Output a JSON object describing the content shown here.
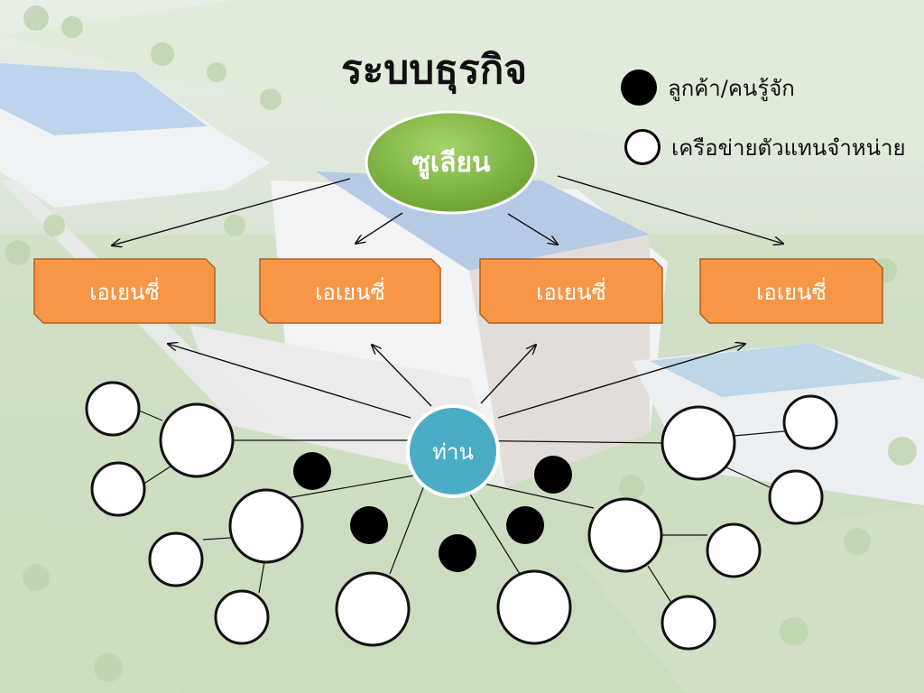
{
  "title": "ระบบธุรกิจ",
  "legend": [
    {
      "label": "ลูกค้า/คนรู้จัก",
      "marker": "filled-circle"
    },
    {
      "label": "เครือข่ายตัวแทนจำหน่าย",
      "marker": "hollow-circle"
    }
  ],
  "root": {
    "label": "ซูเลียน"
  },
  "agencies": [
    {
      "label": "เอเยนซี่"
    },
    {
      "label": "เอเยนซี่"
    },
    {
      "label": "เอเยนซี่"
    },
    {
      "label": "เอเยนซี่"
    }
  ],
  "center": {
    "label": "ท่าน"
  },
  "colors": {
    "root": "#7cb342",
    "agency": "#f79646",
    "center": "#4bacc6",
    "customer": "#000000",
    "network": "#ffffff"
  }
}
